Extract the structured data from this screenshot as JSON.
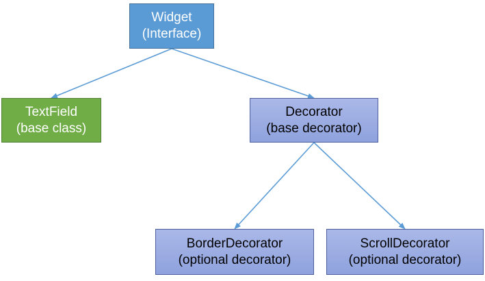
{
  "nodes": {
    "widget": {
      "name": "Widget",
      "subtitle": "(Interface)"
    },
    "textfield": {
      "name": "TextField",
      "subtitle": "(base class)"
    },
    "decorator": {
      "name": "Decorator",
      "subtitle": "(base decorator)"
    },
    "border_decorator": {
      "name": "BorderDecorator",
      "subtitle": "(optional decorator)"
    },
    "scroll_decorator": {
      "name": "ScrollDecorator",
      "subtitle": "(optional decorator)"
    }
  },
  "edges": [
    {
      "from": "Widget",
      "to": "TextField"
    },
    {
      "from": "Widget",
      "to": "Decorator"
    },
    {
      "from": "Decorator",
      "to": "BorderDecorator"
    },
    {
      "from": "Decorator",
      "to": "ScrollDecorator"
    }
  ],
  "colors": {
    "interface_fill": "#5b9bd5",
    "base_class_fill": "#70ad47",
    "decorator_fill": "#9fb0e4",
    "connector": "#5b9bd5"
  }
}
